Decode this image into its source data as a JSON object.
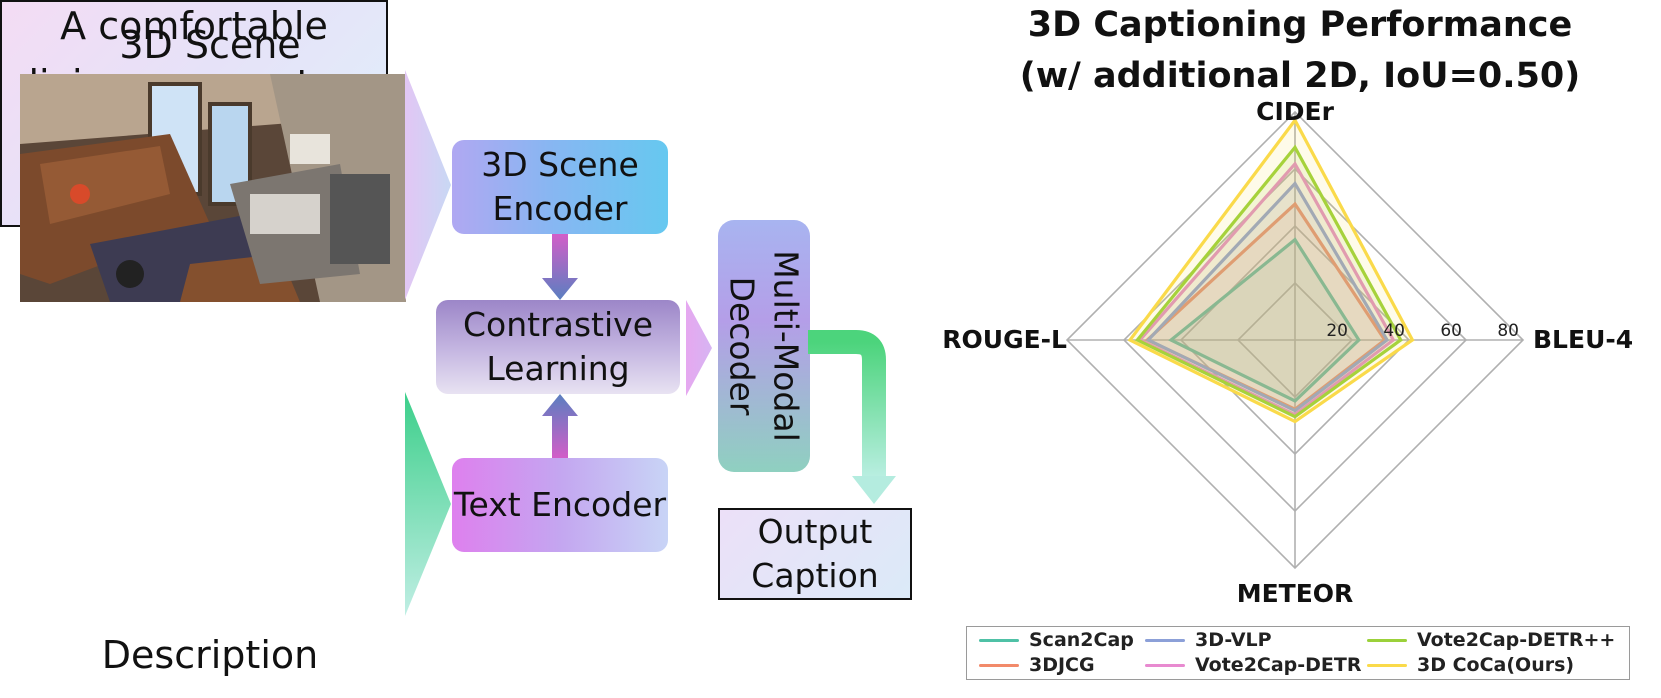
{
  "pipeline": {
    "scene_title": "3D Scene",
    "description_label": "Description",
    "description_text": "A comfortable living room setup with two leather sofas.",
    "scene_encoder": "3D Scene Encoder",
    "contrastive": "Contrastive Learning",
    "text_encoder": "Text Encoder",
    "decoder": "Multi-Modal Decoder",
    "output": "Output Caption"
  },
  "chart_data": {
    "type": "radar",
    "title": "3D Captioning Performance",
    "subtitle": "(w/ additional 2D, IoU=0.50)",
    "axes": [
      "CIDEr",
      "BLEU-4",
      "METEOR",
      "ROUGE-L"
    ],
    "rlim": [
      0,
      80
    ],
    "ticks": [
      20,
      40,
      60,
      80
    ],
    "grid": true,
    "legend_position": "bottom",
    "series": [
      {
        "name": "Scan2Cap",
        "color": "#4fc1a6",
        "values": [
          35.2,
          22.4,
          21.4,
          43.5
        ]
      },
      {
        "name": "3DJCG",
        "color": "#f28a6a",
        "values": [
          47.7,
          31.5,
          24.3,
          51.8
        ]
      },
      {
        "name": "3D-VLP",
        "color": "#8ca0d8",
        "values": [
          54.9,
          32.3,
          24.8,
          51.5
        ]
      },
      {
        "name": "Vote2Cap-DETR",
        "color": "#e88ad0",
        "values": [
          61.8,
          34.5,
          26.2,
          54.4
        ]
      },
      {
        "name": "Vote2Cap-DETR++",
        "color": "#9bd13a",
        "values": [
          67.6,
          37.1,
          26.9,
          55.3
        ]
      },
      {
        "name": "3D CoCa(Ours)",
        "color": "#fada4a",
        "values": [
          77.1,
          41.2,
          28.6,
          57.9
        ]
      }
    ]
  }
}
